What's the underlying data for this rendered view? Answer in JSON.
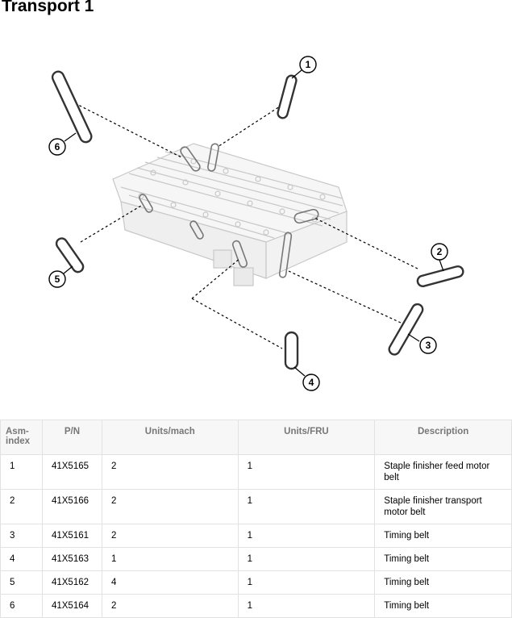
{
  "title": "Transport 1",
  "callouts": [
    "1",
    "2",
    "3",
    "4",
    "5",
    "6"
  ],
  "table": {
    "headers": [
      "Asm-index",
      "P/N",
      "Units/mach",
      "Units/FRU",
      "Description"
    ],
    "rows": [
      {
        "index": "1",
        "pn": "41X5165",
        "units_mach": "2",
        "units_fru": "1",
        "description": "Staple finisher feed motor belt"
      },
      {
        "index": "2",
        "pn": "41X5166",
        "units_mach": "2",
        "units_fru": "1",
        "description": "Staple finisher transport motor belt"
      },
      {
        "index": "3",
        "pn": "41X5161",
        "units_mach": "2",
        "units_fru": "1",
        "description": "Timing belt"
      },
      {
        "index": "4",
        "pn": "41X5163",
        "units_mach": "1",
        "units_fru": "1",
        "description": "Timing belt"
      },
      {
        "index": "5",
        "pn": "41X5162",
        "units_mach": "4",
        "units_fru": "1",
        "description": "Timing belt"
      },
      {
        "index": "6",
        "pn": "41X5164",
        "units_mach": "2",
        "units_fru": "1",
        "description": "Timing belt"
      }
    ]
  }
}
